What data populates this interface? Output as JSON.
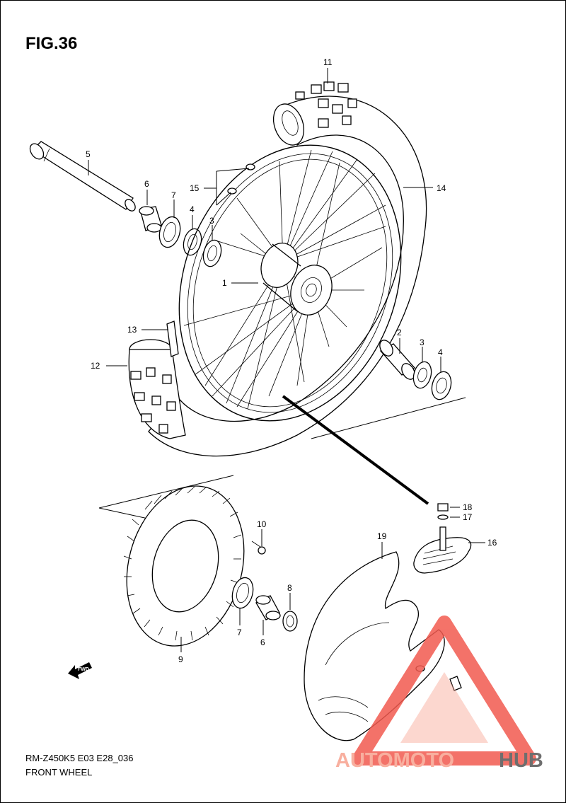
{
  "figure": {
    "title": "FIG.36",
    "model_code": "RM-Z450K5 E03 E28_036",
    "caption": "FRONT WHEEL"
  },
  "callouts": {
    "c1": "1",
    "c2": "2",
    "c3a": "3",
    "c3b": "3",
    "c4a": "4",
    "c4b": "4",
    "c5": "5",
    "c6a": "6",
    "c6b": "6",
    "c7a": "7",
    "c7b": "7",
    "c8": "8",
    "c9": "9",
    "c10": "10",
    "c11": "11",
    "c12": "12",
    "c13": "13",
    "c14": "14",
    "c15": "15",
    "c16": "16",
    "c17": "17",
    "c18": "18",
    "c19": "19"
  },
  "fwd_label": "FWD",
  "watermark": {
    "part1": "AUTOMOTO",
    "part2": "HUB",
    "color_primary": "#f25a4f",
    "color_light": "#f7a28f",
    "color_dark": "#555555"
  }
}
